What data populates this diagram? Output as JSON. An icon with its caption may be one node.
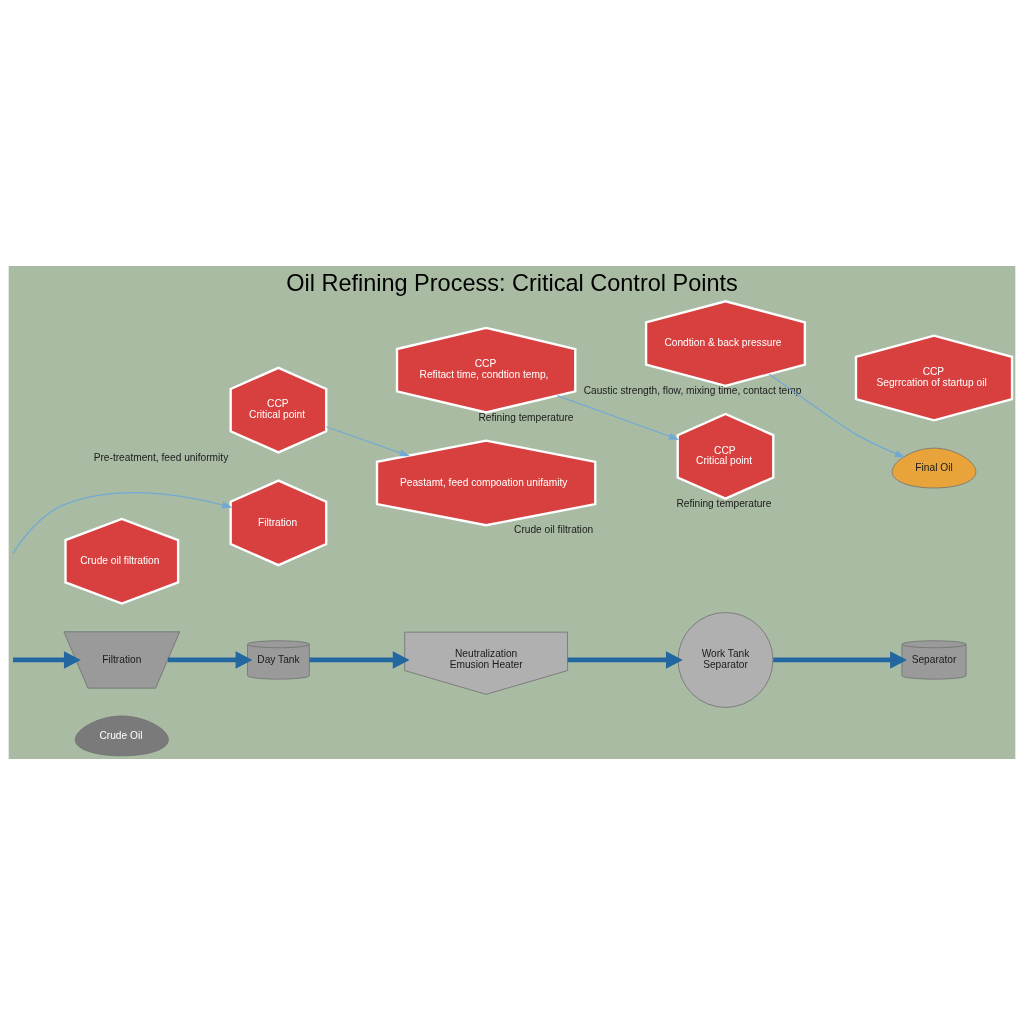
{
  "diagram": {
    "title": "Oil Refining Process: Critical Control Points",
    "nodes": [
      {
        "text": [
          "Crude Oil"
        ]
      },
      {
        "text": [
          "Filtration"
        ]
      },
      {
        "text": [
          "Crude oil filtration"
        ]
      },
      {
        "text": [
          "Filtration"
        ]
      },
      {
        "text": [
          "Day Tank"
        ]
      },
      {
        "text": [
          "CCP",
          "Critical point"
        ],
        "beside": [
          "Pre-treatment, feed uniformity"
        ]
      },
      {
        "text": [
          "Peastamt, feed compoation unifamity"
        ],
        "beside": [
          "Crude oil filtration"
        ]
      },
      {
        "text": [
          "Neutralization",
          "Emusion Heater"
        ]
      },
      {
        "text": [
          "CCP",
          "Refitact time, condtion temp,"
        ],
        "beside": [
          "Refining temperature"
        ]
      },
      {
        "text": [
          "CCP",
          "Critical point"
        ],
        "beside": [
          "Refining temperature"
        ]
      },
      {
        "text": [
          "Work Tank",
          "Separator"
        ]
      },
      {
        "text": [
          "Condtion & back pressure"
        ],
        "beside": [
          "Caustic strength, flow, mixing time, contact temp"
        ]
      },
      {
        "text": [
          "Final Oil"
        ]
      },
      {
        "text": [
          "Separator"
        ]
      },
      {
        "text": [
          "CCP",
          "Segrrcation of startup oil"
        ]
      }
    ],
    "edges": [
      {
        "from": null,
        "to": 1,
        "arrow": "to"
      },
      {
        "from": 1,
        "to": 4,
        "arrow": "to"
      },
      {
        "from": 4,
        "to": 7,
        "arrow": "to"
      },
      {
        "from": 7,
        "to": 10,
        "arrow": "to"
      },
      {
        "from": 10,
        "to": 13,
        "arrow": "to"
      },
      {
        "from": null,
        "to": 3,
        "arrow": "to",
        "color": "#72a9d4"
      },
      {
        "from": 5,
        "to": 6,
        "arrow": "to",
        "color": "#72a9d4"
      },
      {
        "from": 8,
        "to": 9,
        "arrow": "to",
        "color": "#72a9d4"
      },
      {
        "from": 11,
        "to": 12,
        "arrow": "to",
        "color": "#72a9d4"
      }
    ]
  }
}
